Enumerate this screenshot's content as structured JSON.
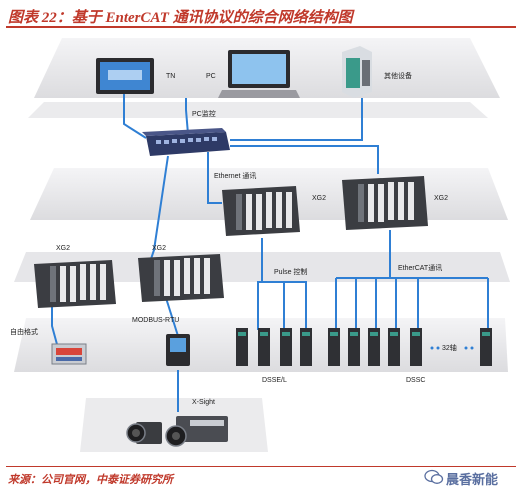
{
  "title": "图表 22：基于 EnterCAT 通讯协议的综合网络结构图",
  "source": "来源：公司官网，中泰证券研究所",
  "watermark": "晨香新能",
  "labels": {
    "tn": "TN",
    "pc": "PC",
    "other_devices": "其他设备",
    "pc_monitor": "PC监控",
    "ethernet": "Ethernet 通讯",
    "xg2_mid_left": "XG2",
    "xg2_mid_right": "XG2",
    "xg2_low_left": "XG2",
    "xg2_low_right": "XG2",
    "pulse": "Pulse 控制",
    "ethercat": "EtherCAT通讯",
    "free_format": "自由格式",
    "modbus": "MODBUS-RTU",
    "dsse": "DSSE/L",
    "dssc": "DSSC",
    "axis32": "32轴",
    "xsight": "X-Sight"
  },
  "colors": {
    "cable": "#2f7fd4",
    "shelf": "#e8e8ea",
    "accent": "#c0392b"
  }
}
